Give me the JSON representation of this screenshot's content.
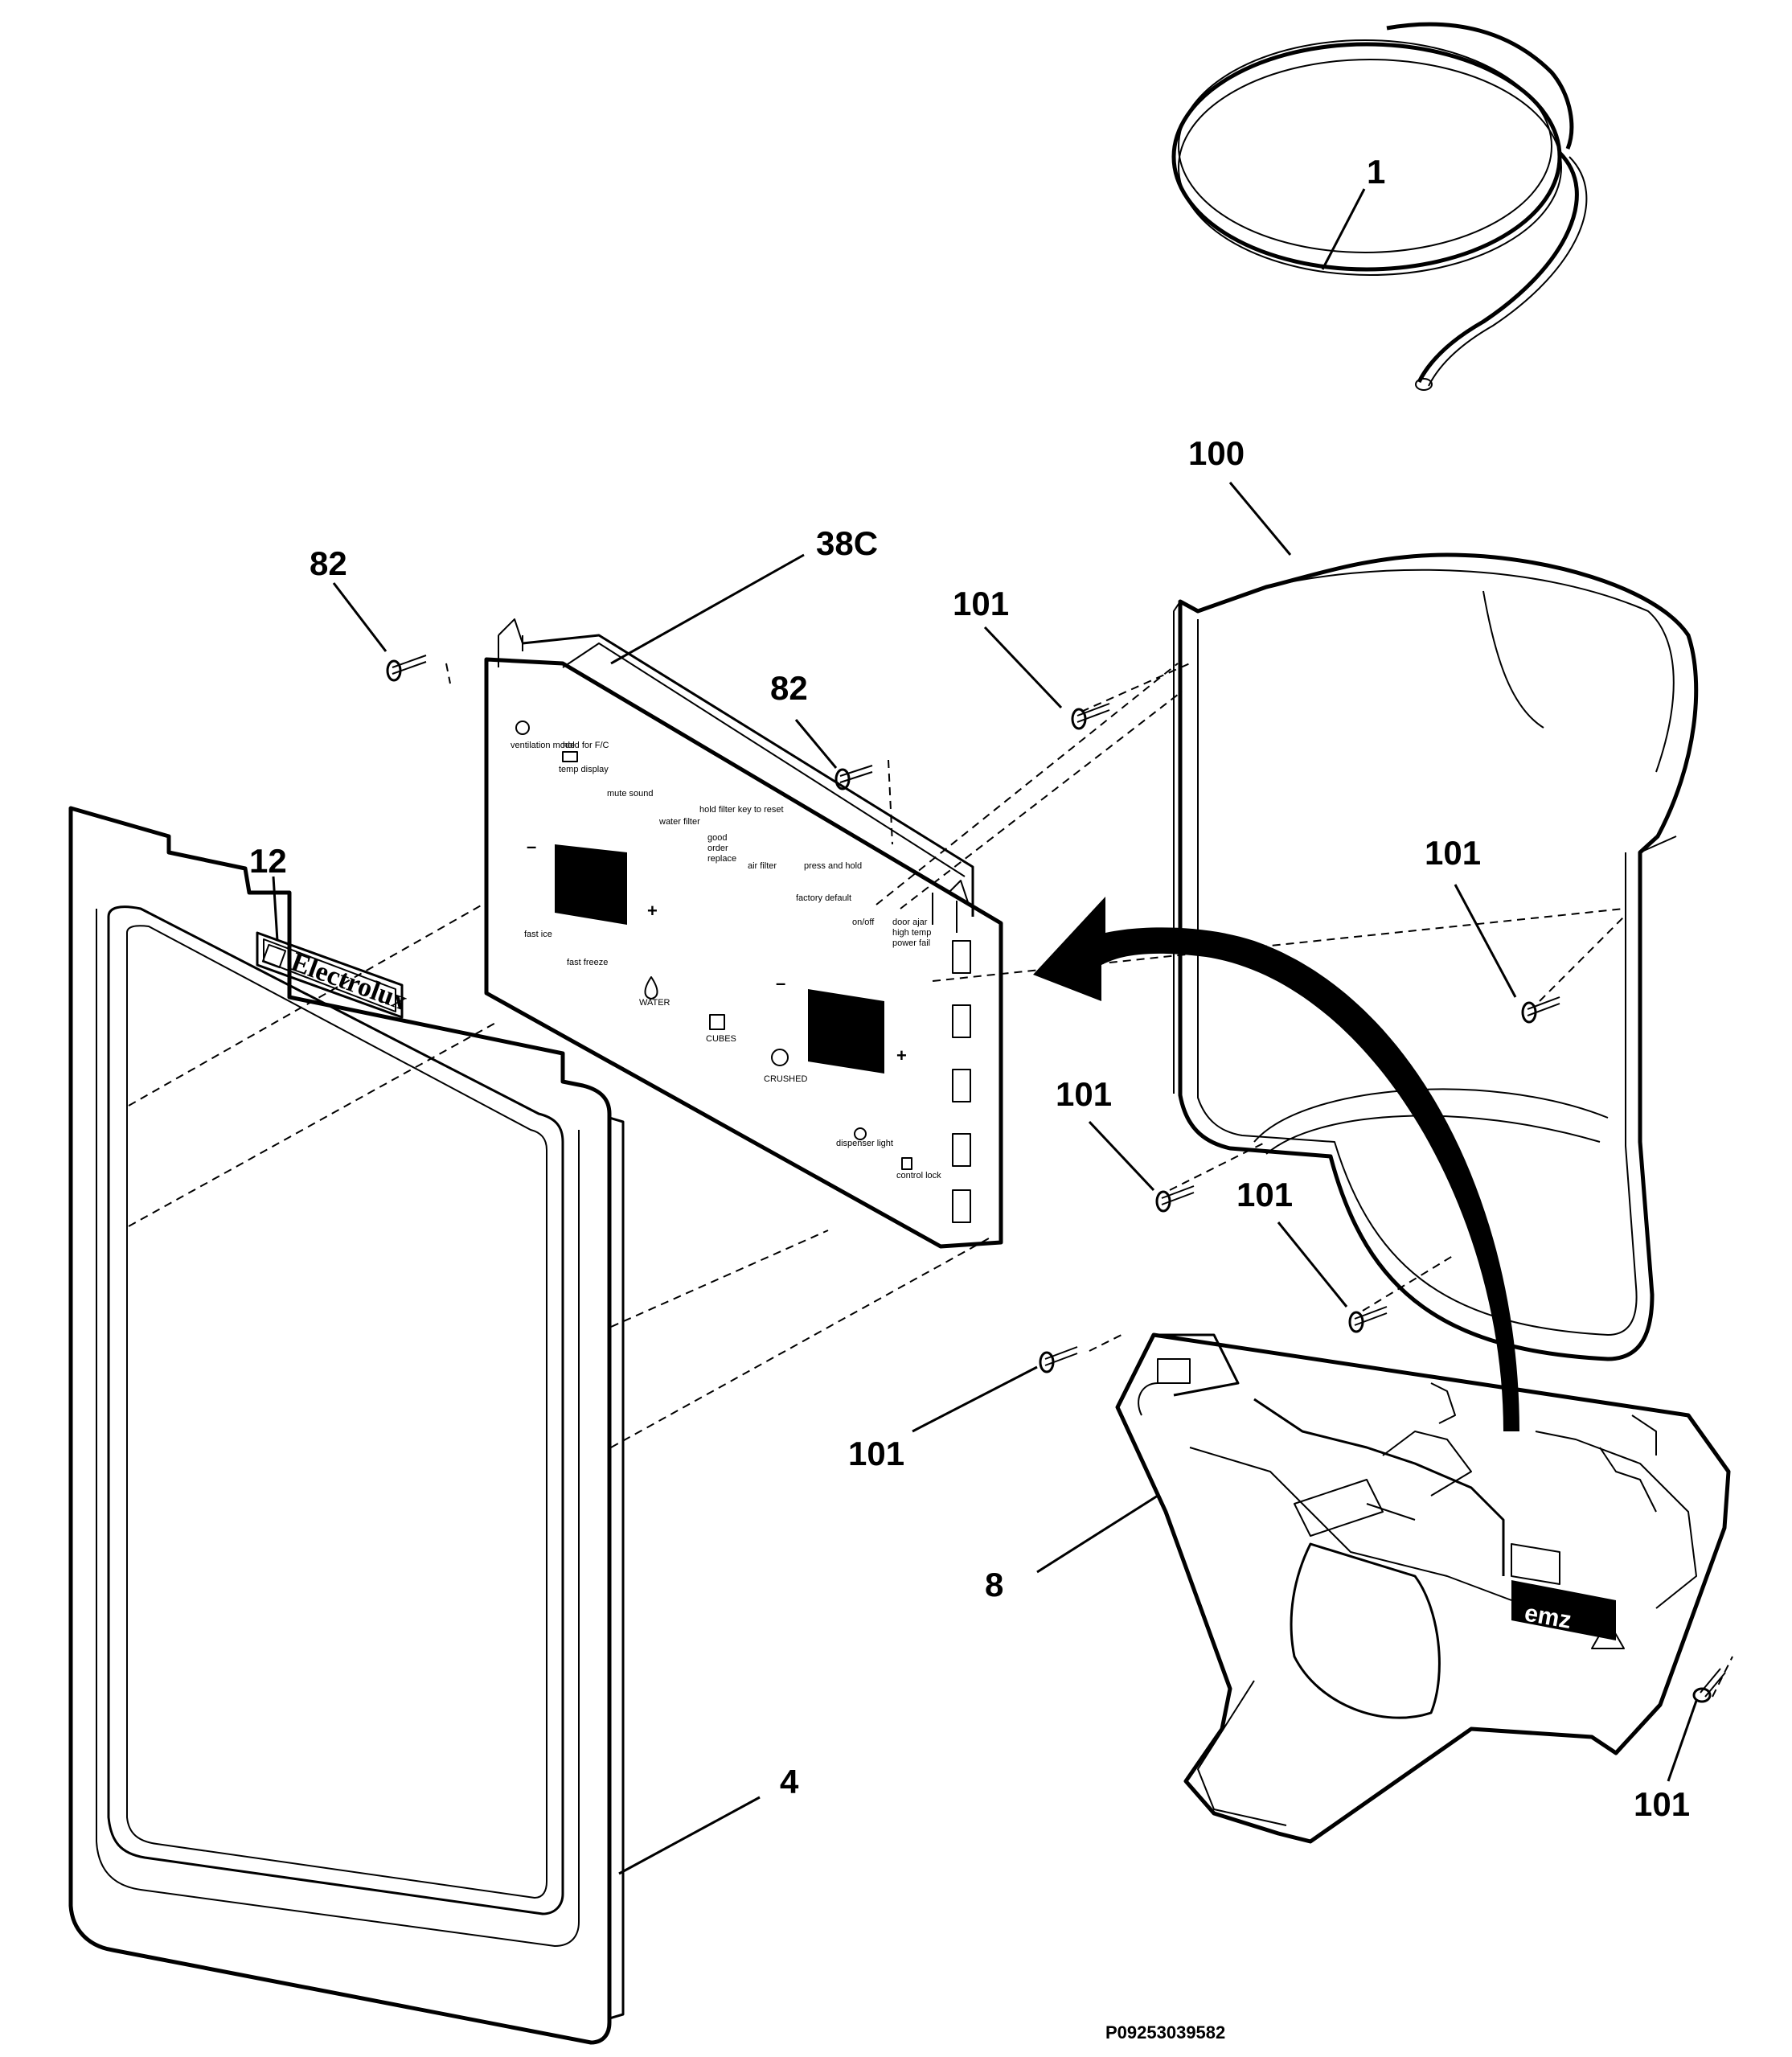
{
  "callouts": {
    "tubing": "1",
    "housing": "100",
    "screw_82_left": "82",
    "control_board": "38C",
    "screw_101_top": "101",
    "screw_82_mid": "82",
    "screw_101_right": "101",
    "nameplate": "12",
    "screw_101_mid": "101",
    "screw_101_center": "101",
    "screw_101_dispenser": "101",
    "dispenser": "8",
    "screw_101_bottom_right": "101",
    "frame": "4"
  },
  "brand_name": "Electrolux",
  "dispenser_logo": "emz",
  "diagram_code": "P09253039582",
  "control_panel": {
    "top_row": [
      "ventilation mode",
      "temp display",
      "mute sound",
      "water filter",
      "air filter",
      "factory default",
      "on/off"
    ],
    "hint_left": "hold for F/C",
    "hint_mid": "hold filter key to reset",
    "hint_right": "press and hold",
    "filter_status": [
      "good",
      "order",
      "replace"
    ],
    "alarm_status": [
      "door ajar",
      "high temp",
      "power fail"
    ],
    "bottom_row": [
      "fast ice",
      "fast freeze",
      "WATER",
      "CUBES",
      "CRUSHED",
      "dispenser light",
      "control lock"
    ],
    "minus_sign": "–",
    "plus_sign": "+"
  },
  "icons": [
    "tubing-coil",
    "dispenser-housing",
    "control-board",
    "front-frame",
    "nameplate-badge",
    "dispenser-assembly",
    "screw",
    "rotate-arrow"
  ]
}
